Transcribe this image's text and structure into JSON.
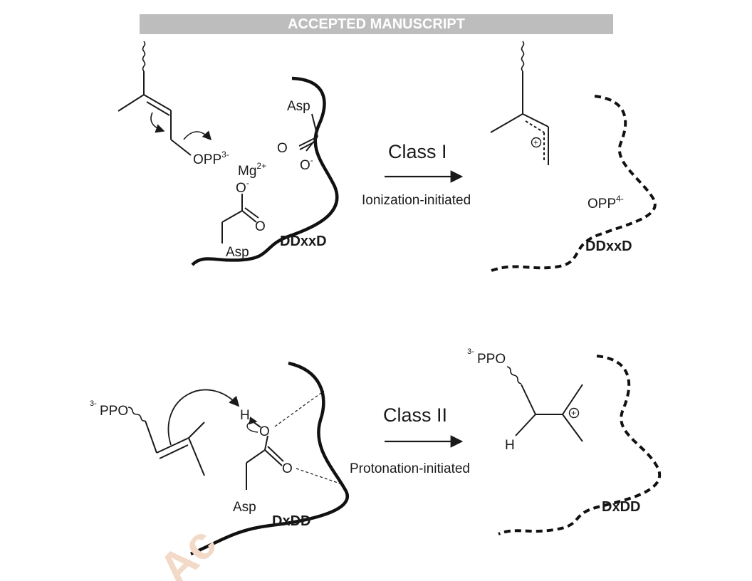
{
  "banner": "ACCEPTED MANUSCRIPT",
  "watermark": "Ac",
  "top": {
    "reactant": {
      "asp_top": "Asp",
      "asp_bottom": "Asp",
      "opp": "OPP",
      "opp_charge": "3-",
      "mg": "Mg",
      "mg_charge": "2+",
      "o_dbl": "O",
      "o_single": "O",
      "o_minus": "-",
      "o2_single": "O",
      "o2_minus": "-",
      "o2_dbl": "O",
      "motif": "DDxxD"
    },
    "arrow": {
      "class_label": "Class I",
      "subtitle": "Ionization-initiated"
    },
    "product": {
      "plus": "+",
      "opp": "OPP",
      "opp_charge": "4-",
      "motif": "DDxxD"
    }
  },
  "bottom": {
    "reactant": {
      "ppo_sup": "3-",
      "ppo": "PPO",
      "h": "H",
      "o": "O",
      "o_dbl": "O",
      "asp": "Asp",
      "motif": "DxDD"
    },
    "arrow": {
      "class_label": "Class II",
      "subtitle": "Protonation-initiated"
    },
    "product": {
      "ppo_sup": "3-",
      "ppo": "PPO",
      "h": "H",
      "plus": "+",
      "motif": "DxDD"
    }
  }
}
